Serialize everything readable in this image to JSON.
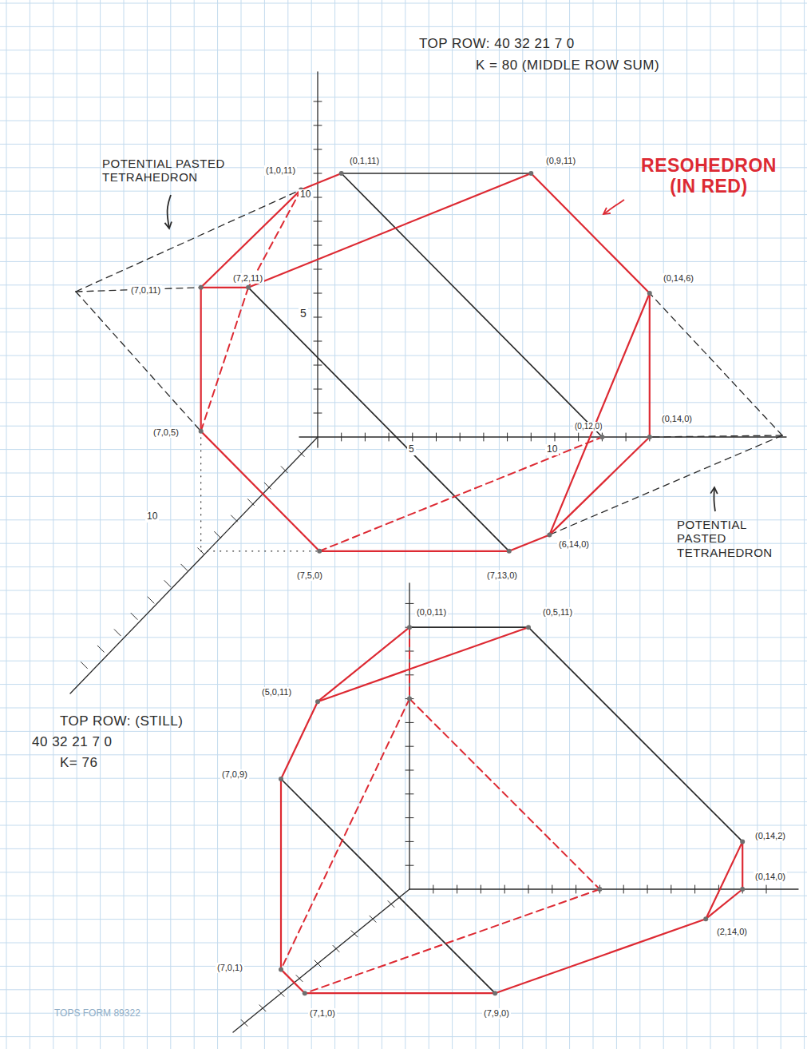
{
  "diagram": {
    "labels": [
      "TOP ROW: 40 32 21 7 0",
      "K = 80 (MIDDLE ROW SUM)",
      "POTENTIAL PASTED TETRAHEDRON",
      "RESOHEDRON (IN RED)",
      "(1,0,11)",
      "(0,1,11)",
      "(0,9,11)",
      "(7,0,11)",
      "(7,2,11)",
      "5",
      "10",
      "(0,14,6)",
      "(7,0,5)",
      "5",
      "10",
      "(0,12,0)",
      "(0,14,0)",
      "(6,14,0)",
      "(7,5,0)",
      "(7,13,0)",
      "10",
      "POTENTIAL PASTED TETRAHEDRON",
      "TOP ROW: (STILL)",
      "40 32 21 7 0",
      "K= 76",
      "(0,0,11)",
      "(0,5,11)",
      "(5,0,11)",
      "(7,0,9)",
      "(0,14,2)",
      "(0,14,0)",
      "(2,14,0)",
      "(7,0,1)",
      "(7,1,0)",
      "(7,9,0)",
      "TOPS FORM 89322"
    ]
  }
}
